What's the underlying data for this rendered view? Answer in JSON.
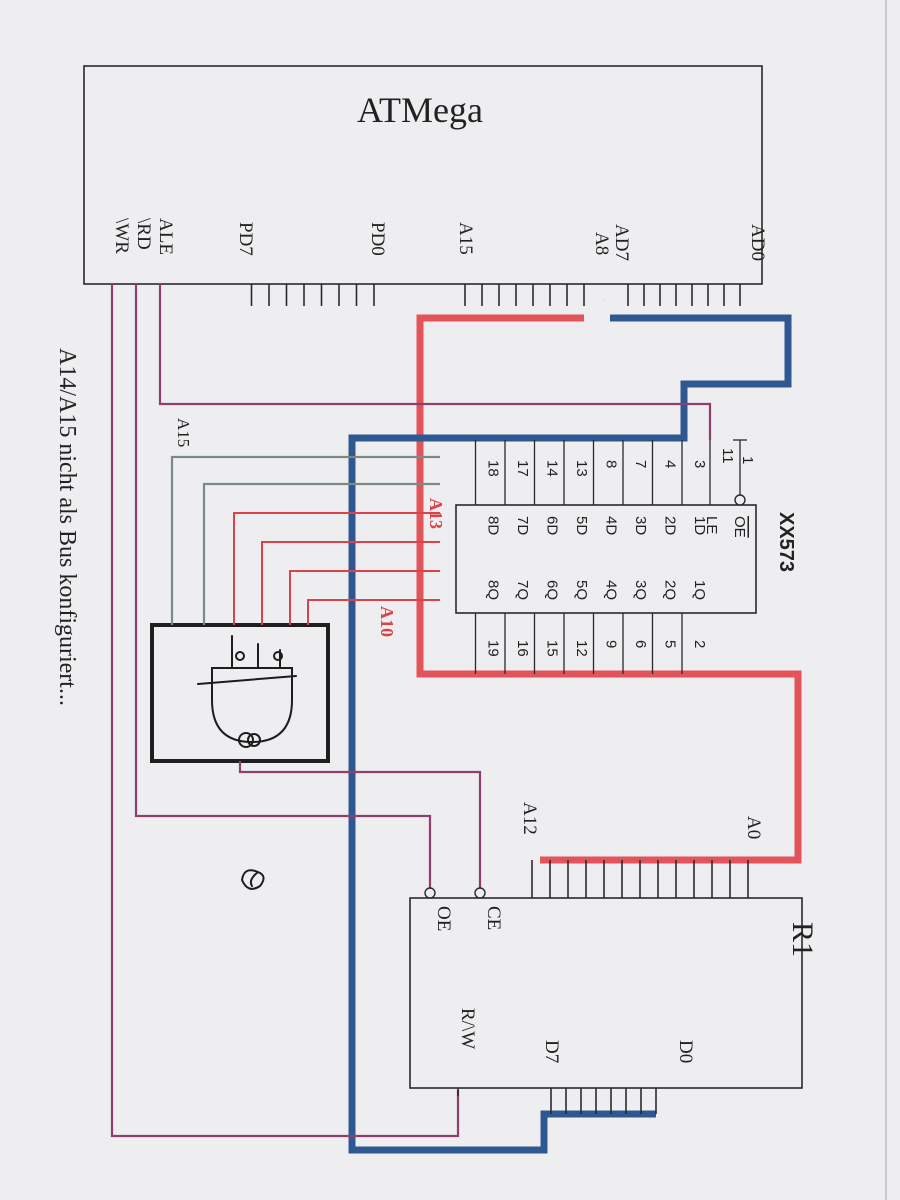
{
  "atmega": {
    "title": "ATMega",
    "pins": {
      "ad0": "AD0",
      "ad7": "AD7",
      "a8": "A8",
      "a15": "A15",
      "pd0": "PD0",
      "pd7": "PD7",
      "ale": "ALE",
      "rd": "\\RD",
      "wr": "\\WR"
    }
  },
  "latch": {
    "title": "XX573",
    "oe_num": "1",
    "le_num": "11",
    "oe_label": "OE",
    "le_label": "LE",
    "d_nums": [
      "3",
      "4",
      "7",
      "8",
      "13",
      "14",
      "17",
      "18"
    ],
    "d_labels": [
      "1D",
      "2D",
      "3D",
      "4D",
      "5D",
      "6D",
      "7D",
      "8D"
    ],
    "q_labels": [
      "1Q",
      "2Q",
      "3Q",
      "4Q",
      "5Q",
      "6Q",
      "7Q",
      "8Q"
    ],
    "q_nums": [
      "2",
      "5",
      "6",
      "9",
      "12",
      "15",
      "16",
      "19"
    ]
  },
  "ram": {
    "title": "R1",
    "a0": "A0",
    "a12": "A12",
    "d0": "D0",
    "d7": "D7",
    "ce": "CE",
    "oe": "OE",
    "rw": "R/\\W"
  },
  "annotations": {
    "a13": "A13",
    "a10": "A10",
    "a15_wire": "A15",
    "footnote": "A14/A15 nicht als Bus konfiguriert..."
  },
  "colors": {
    "address_bus": "#e2535a",
    "data_bus": "#2f5891",
    "control": "#8e3f6d",
    "decoder": "#7c8a86"
  }
}
